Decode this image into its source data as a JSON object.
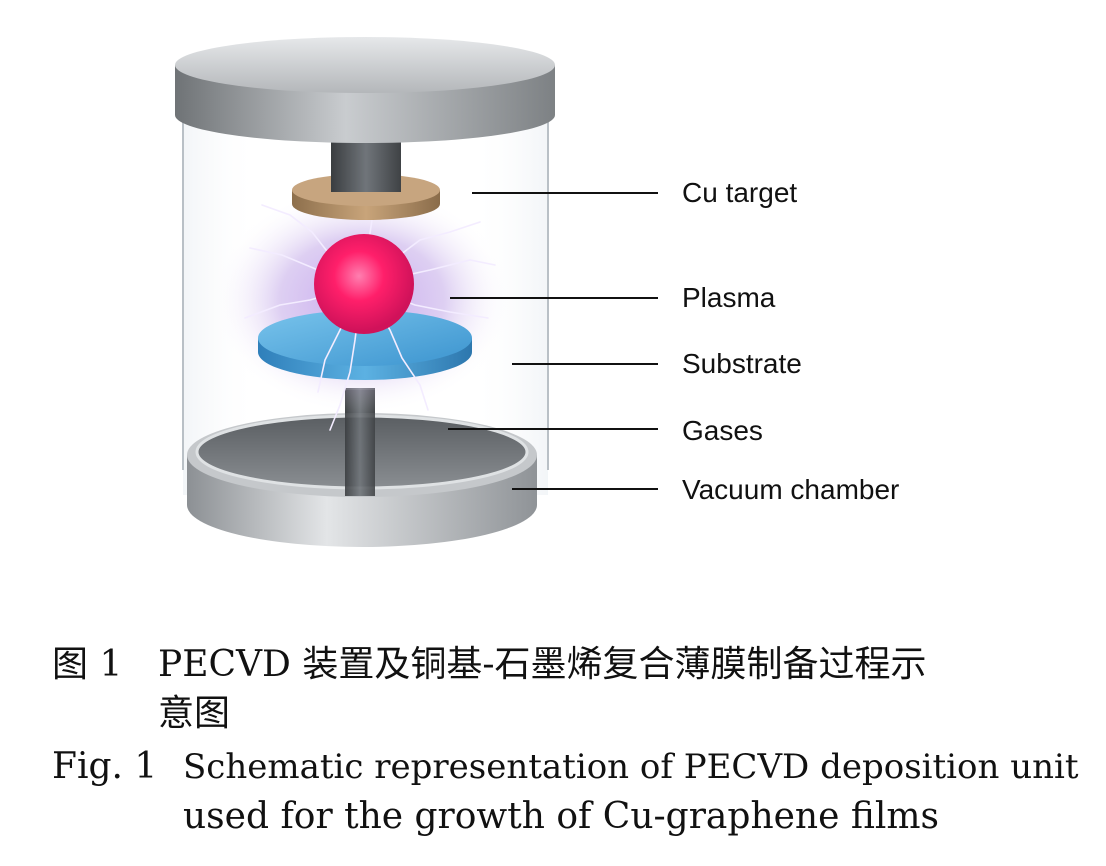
{
  "labels": {
    "cu_target": "Cu target",
    "plasma": "Plasma",
    "substrate": "Substrate",
    "gases": "Gases",
    "vacuum_chamber": "Vacuum chamber"
  },
  "caption": {
    "cn_label": "图 1",
    "cn_line1": "PECVD 装置及铜基-石墨烯复合薄膜制备过程示",
    "cn_line2": "意图",
    "en_label": "Fig. 1",
    "en_line1": "Schematic representation of PECVD deposition unit",
    "en_line2": "used for the growth of Cu-graphene films"
  },
  "colors": {
    "plasma_core": "#ff1f6a",
    "plasma_glow": "#b08ad8",
    "substrate": "#4aa6dc",
    "cu_target": "#b58e62",
    "metal": "#a9acaf"
  }
}
